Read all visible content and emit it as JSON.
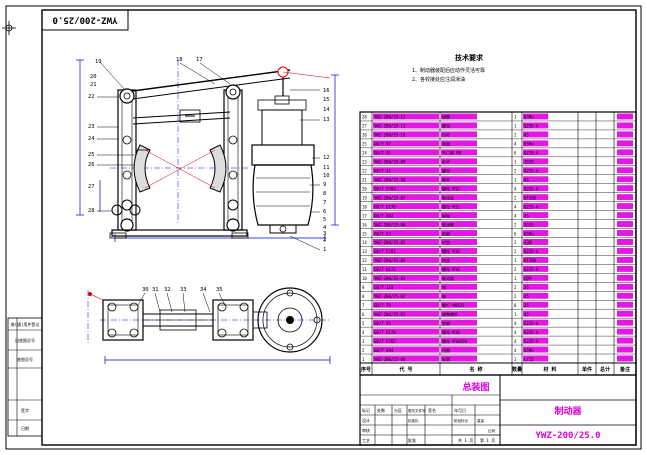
{
  "drawing": {
    "rotated_code": "YWZ-200/25.0",
    "title_name": "总装图",
    "product_name": "制动器",
    "drawing_code": "YWZ-200/25.0",
    "page_info": [
      "共 1 页",
      "第 1 页"
    ]
  },
  "tech_requirements": {
    "title": "技术要求",
    "items": [
      "1、制动器装配后应动作灵活可靠",
      "2、各铰接处应注润滑油"
    ]
  },
  "table": {
    "header": [
      "序号",
      "代 号",
      "名 称",
      "数量",
      "材 料",
      "单件",
      "总计",
      "备注"
    ],
    "rows": [
      {
        "no": "28",
        "code": "YWZ-200/25-12",
        "name": "弹簧",
        "qty": "1",
        "mat": "65Mn"
      },
      {
        "no": "27",
        "code": "YWZ-200/25-11",
        "name": "螺母",
        "qty": "1",
        "mat": "Q235-A"
      },
      {
        "no": "26",
        "code": "YWZ-200/25-10",
        "name": "拉杆",
        "qty": "2",
        "mat": "45"
      },
      {
        "no": "25",
        "code": "GB/T 97",
        "name": "垫圈",
        "qty": "4",
        "mat": "65Mn"
      },
      {
        "no": "24",
        "code": "GB/T 91",
        "name": "开口销 M8",
        "qty": "6",
        "mat": "Q235-A"
      },
      {
        "no": "23",
        "code": "YWZ-200/25-09",
        "name": "杠杆",
        "qty": "1",
        "mat": "ZG35"
      },
      {
        "no": "22",
        "code": "GB/T 41",
        "name": "螺母",
        "qty": "2",
        "mat": "Q235-A"
      },
      {
        "no": "21",
        "code": "YWZ-200/25-08",
        "name": "推杆",
        "qty": "1",
        "mat": "45"
      },
      {
        "no": "20",
        "code": "GB/T 5783",
        "name": "螺栓 M12",
        "qty": "4",
        "mat": "Q235-A"
      },
      {
        "no": "19",
        "code": "YWZ-200/25-07",
        "name": "制动瓦",
        "qty": "2",
        "mat": "HT200"
      },
      {
        "no": "18",
        "code": "GB/T 6170",
        "name": "螺母 M12",
        "qty": "4",
        "mat": "Q235-A"
      },
      {
        "no": "17",
        "code": "GB/T 882",
        "name": "销轴",
        "qty": "4",
        "mat": "45"
      },
      {
        "no": "16",
        "code": "YWZ-200/25-06",
        "name": "制动臂",
        "qty": "2",
        "mat": "ZG35"
      },
      {
        "no": "15",
        "code": "GB/T 93",
        "name": "垫圈",
        "qty": "6",
        "mat": "65Mn"
      },
      {
        "no": "14",
        "code": "YWZ-200/25-05",
        "name": "衬垫",
        "qty": "2",
        "mat": "石棉"
      },
      {
        "no": "13",
        "code": "GB/T 5781",
        "name": "螺栓 M16",
        "qty": "2",
        "mat": "Q235-A"
      },
      {
        "no": "12",
        "code": "YWZ-200/25-04",
        "name": "底座",
        "qty": "1",
        "mat": "HT200"
      },
      {
        "no": "11",
        "code": "GB/T 6172",
        "name": "螺母 M16",
        "qty": "2",
        "mat": "Q235-A"
      },
      {
        "no": "10",
        "code": "YWZ-200/25-03",
        "name": "推动器",
        "qty": "1",
        "mat": "组件"
      },
      {
        "no": "9",
        "code": "GB/T 119",
        "name": "销",
        "qty": "2",
        "mat": "35"
      },
      {
        "no": "8",
        "code": "YWZ-200/25-02",
        "name": "轴",
        "qty": "2",
        "mat": "45"
      },
      {
        "no": "7",
        "code": "GB/T 70",
        "name": "螺钉 M8X25",
        "qty": "8",
        "mat": "35"
      },
      {
        "no": "6",
        "code": "YWZ-200/25-01",
        "name": "调整螺杆",
        "qty": "1",
        "mat": "45"
      },
      {
        "no": "5",
        "code": "GB/T 95",
        "name": "垫圈",
        "qty": "4",
        "mat": "Q235-A"
      },
      {
        "no": "4",
        "code": "GB/T 6170",
        "name": "螺母 M10",
        "qty": "4",
        "mat": "Q235-A"
      },
      {
        "no": "3",
        "code": "GB/T 5782",
        "name": "螺栓 M10X50",
        "qty": "4",
        "mat": "Q235-A"
      },
      {
        "no": "2",
        "code": "GB/T 894",
        "name": "挡圈",
        "qty": "4",
        "mat": "65Mn"
      },
      {
        "no": "1",
        "code": "YWZ-200/25-00",
        "name": "标牌",
        "qty": "1",
        "mat": "LY12"
      }
    ]
  },
  "title_block": {
    "labels": [
      "标记",
      "处数",
      "分区",
      "更改文件号",
      "签名",
      "年月日",
      "设计",
      "标准化",
      "审核",
      "工艺",
      "批准",
      "阶段标记",
      "重量",
      "比例"
    ]
  },
  "side_block": {
    "labels": [
      "借(通)用件登记",
      "旧底图总号",
      "底图总号",
      "签字",
      "日期"
    ]
  },
  "front_view_callouts_left": [
    "19",
    "20",
    "21",
    "22",
    "23",
    "24",
    "25",
    "26",
    "27",
    "28"
  ],
  "front_view_callouts_right": [
    "18",
    "17",
    "16",
    "15",
    "14",
    "13",
    "12",
    "11",
    "10",
    "9",
    "8",
    "7",
    "6",
    "5",
    "4",
    "3",
    "2",
    "1"
  ],
  "top_view_callouts": [
    "30",
    "31",
    "32",
    "33",
    "34",
    "35"
  ]
}
